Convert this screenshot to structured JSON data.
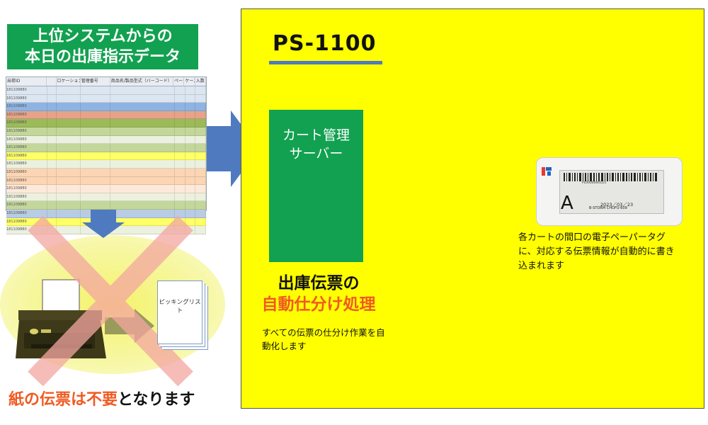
{
  "source": {
    "title_line1": "上位システムからの",
    "title_line2": "本日の出庫指示データ"
  },
  "sheet": {
    "headers": [
      "出荷ID",
      "",
      "ロケーション",
      "管理番号",
      "商品名/製品型式（バーコード）",
      "ページ",
      "ケース",
      "入数"
    ],
    "rows": [
      {
        "id": "181109880 ",
        "color": "#dce6f1"
      },
      {
        "id": "181109880 ",
        "color": "#dce6f1"
      },
      {
        "id": "181109880 ",
        "color": "#8eb4e3"
      },
      {
        "id": "181109880 ",
        "color": "#e6a38a"
      },
      {
        "id": "181109880 ",
        "color": "#9bbb59"
      },
      {
        "id": "181109880 ",
        "color": "#c4d79b"
      },
      {
        "id": "181109880 ",
        "color": "#ebf1de"
      },
      {
        "id": "181109880 ",
        "color": "#c4d79b"
      },
      {
        "id": "181109880 ",
        "color": "#ffff66"
      },
      {
        "id": "181109880 ",
        "color": "#ebf1de"
      },
      {
        "id": "181109880 ",
        "color": "#fcd5b4"
      },
      {
        "id": "181109880 ",
        "color": "#fcd5b4"
      },
      {
        "id": "181109880 ",
        "color": "#fde9d9"
      },
      {
        "id": "181109880 ",
        "color": "#ebf1de"
      },
      {
        "id": "181109880 ",
        "color": "#c4d79b"
      },
      {
        "id": "181109880 ",
        "color": "#b8cce4"
      },
      {
        "id": "181109880 ",
        "color": "#ffff66"
      },
      {
        "id": "181109880 ",
        "color": "#ebf1de"
      }
    ]
  },
  "picking_list_label": "ピッキングリスト",
  "no_paper": {
    "part1": "紙の伝票は不要",
    "part2": "となります"
  },
  "product": {
    "name": "PS-1100"
  },
  "server": {
    "line1": "カート管理",
    "line2": "サーバー"
  },
  "auto_sort": {
    "line1": "出庫伝票の",
    "line2": "自動仕分け処理",
    "desc": "すべての伝票の仕分け作業を自動化します"
  },
  "tag": {
    "desc": "各カートの間口の電子ペーパータグに、対応する伝票情報が自動的に書き込まれます",
    "letter": "A",
    "date": "2023／03／23",
    "id_text": "PL00000001D1",
    "code_text": "B-STORM CHOFU-609"
  },
  "colors": {
    "green": "#12a150",
    "yellow": "#ffff00",
    "blue_arrow": "#4f7ac0",
    "orange": "#f05a22",
    "cross": "#f4a6a0"
  }
}
